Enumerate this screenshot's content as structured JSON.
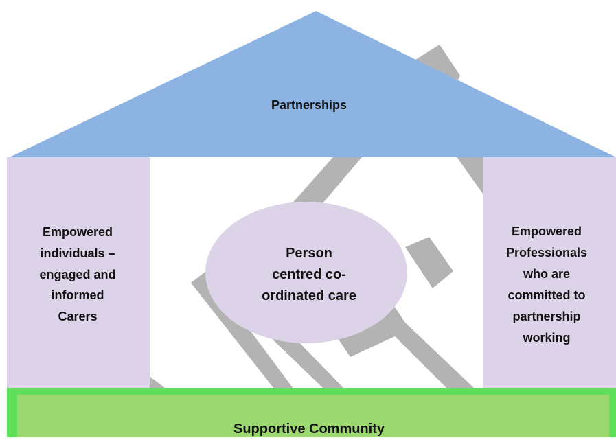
{
  "diagram": {
    "roof": {
      "label": "Partnerships",
      "color": "#8db3e2"
    },
    "left_pillar": {
      "label": "Empowered\nindividuals –\nengaged and\ninformed\nCarers",
      "color": "#dcd3e8"
    },
    "right_pillar": {
      "label": "Empowered\nProfessionals\nwho are\ncommitted to\npartnership\nworking",
      "color": "#dcd3e8"
    },
    "center": {
      "label": "Person\ncentred co-\nordinated care",
      "color": "#dcd3e8"
    },
    "base": {
      "label": "Supportive Community",
      "color": "#9bd86f",
      "border_color": "#5fe05a"
    },
    "background_arrows_color": "#b3b3b3"
  }
}
